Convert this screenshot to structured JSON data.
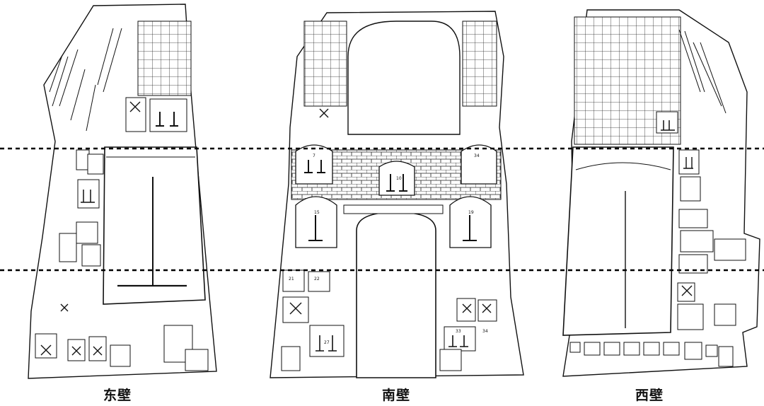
{
  "captions": {
    "east": "东壁",
    "south": "南壁",
    "west": "西壁"
  },
  "niche_numbers": {
    "south_upper_left": "7",
    "south_upper_right": "34",
    "south_center_top": "10",
    "south_mid_left": "15",
    "south_mid_right": "19",
    "south_lower_left_a": "21",
    "south_lower_left_b": "22",
    "south_lower_left_c": "27",
    "south_lower_right_a": "33",
    "south_lower_right_b": "34"
  },
  "colors": {
    "ink": "#111111",
    "paper": "#ffffff",
    "guide_line": "#000000"
  },
  "icons": {
    "marked_niche": "cross-mark",
    "empty_niche": "arch-niche",
    "statue": "t-shaped-figure"
  }
}
